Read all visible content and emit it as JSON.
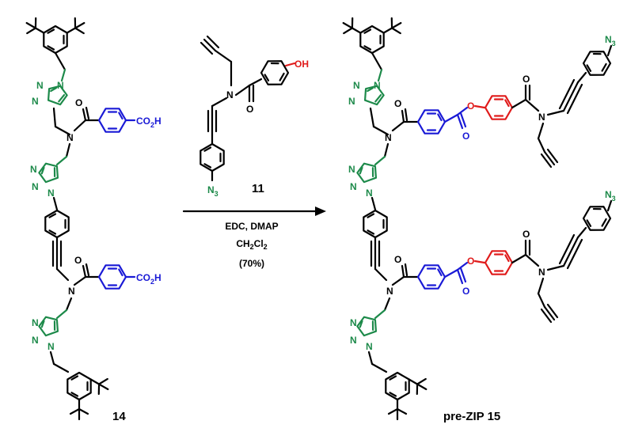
{
  "colors": {
    "black": "#000000",
    "triazole": "#1d8a4a",
    "terephthalate": "#1a1ad6",
    "phenol": "#e01b1b"
  },
  "atoms": {
    "N": "N",
    "O": "O",
    "OH": "OH",
    "CO2H_main": "CO",
    "CO2H_sub": "2",
    "CO2H_tail": "H",
    "N3_main": "N",
    "N3_sub": "3"
  },
  "reagent": {
    "label": "11"
  },
  "conditions": {
    "line1": "EDC, DMAP",
    "line2_main": "CH",
    "line2_sub1": "2",
    "line2_mid": "Cl",
    "line2_sub2": "2",
    "line3": "(70%)"
  },
  "labels": {
    "starting_material": "14",
    "product": "pre-ZIP 15"
  }
}
